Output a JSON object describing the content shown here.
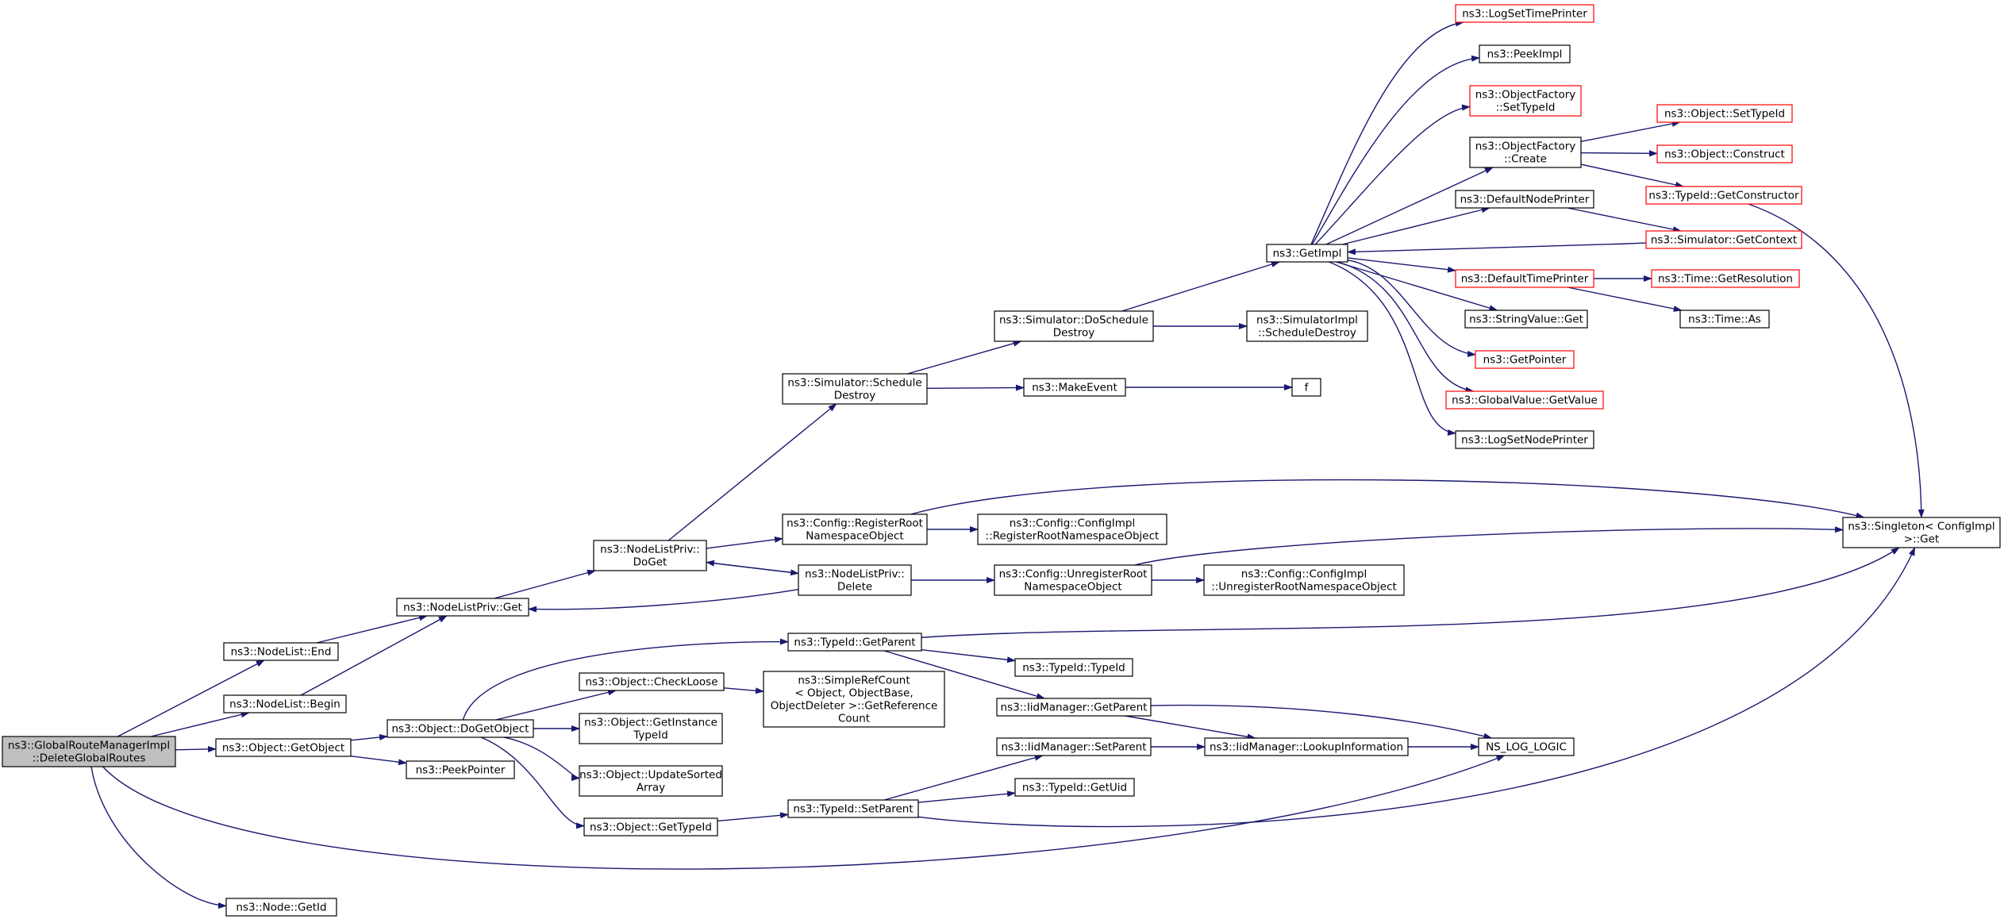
{
  "colors": {
    "edge": "#191970",
    "node_border": "#000000",
    "truncated_border": "#ff0000",
    "root_fill": "#bfbfbf",
    "node_fill": "#ffffff"
  },
  "nodes": [
    {
      "id": "root",
      "lines": [
        "ns3::GlobalRouteManagerImpl",
        "::DeleteGlobalRoutes"
      ],
      "root": true
    },
    {
      "id": "nodelist_end",
      "lines": [
        "ns3::NodeList::End"
      ]
    },
    {
      "id": "nodelist_begin",
      "lines": [
        "ns3::NodeList::Begin"
      ]
    },
    {
      "id": "object_getobject",
      "lines": [
        "ns3::Object::GetObject"
      ]
    },
    {
      "id": "node_getid",
      "lines": [
        "ns3::Node::GetId"
      ]
    },
    {
      "id": "nodelistpriv_get",
      "lines": [
        "ns3::NodeListPriv::Get"
      ]
    },
    {
      "id": "object_dogetobject",
      "lines": [
        "ns3::Object::DoGetObject"
      ]
    },
    {
      "id": "peekpointer",
      "lines": [
        "ns3::PeekPointer"
      ]
    },
    {
      "id": "nodelistpriv_doget",
      "lines": [
        "ns3::NodeListPriv::",
        "DoGet"
      ]
    },
    {
      "id": "object_checkloose",
      "lines": [
        "ns3::Object::CheckLoose"
      ]
    },
    {
      "id": "object_getinstancetypeid",
      "lines": [
        "ns3::Object::GetInstance",
        "TypeId"
      ]
    },
    {
      "id": "object_updatesortedarray",
      "lines": [
        "ns3::Object::UpdateSorted",
        "Array"
      ]
    },
    {
      "id": "object_gettypeid",
      "lines": [
        "ns3::Object::GetTypeId"
      ]
    },
    {
      "id": "sim_scheduledestroy",
      "lines": [
        "ns3::Simulator::Schedule",
        "Destroy"
      ]
    },
    {
      "id": "config_registerroot",
      "lines": [
        "ns3::Config::RegisterRoot",
        "NamespaceObject"
      ]
    },
    {
      "id": "nodelistpriv_delete",
      "lines": [
        "ns3::NodeListPriv::",
        "Delete"
      ]
    },
    {
      "id": "typeid_getparent",
      "lines": [
        "ns3::TypeId::GetParent"
      ]
    },
    {
      "id": "typeid_setparent",
      "lines": [
        "ns3::TypeId::SetParent"
      ]
    },
    {
      "id": "simplerefcount",
      "lines": [
        "ns3::SimpleRefCount",
        "< Object, ObjectBase,",
        "ObjectDeleter >::GetReference",
        "Count"
      ]
    },
    {
      "id": "sim_doscheduledestroy",
      "lines": [
        "ns3::Simulator::DoSchedule",
        "Destroy"
      ]
    },
    {
      "id": "makeevent",
      "lines": [
        "ns3::MakeEvent"
      ]
    },
    {
      "id": "configimpl_registerroot",
      "lines": [
        "ns3::Config::ConfigImpl",
        "::RegisterRootNamespaceObject"
      ]
    },
    {
      "id": "config_unregisterroot",
      "lines": [
        "ns3::Config::UnregisterRoot",
        "NamespaceObject"
      ]
    },
    {
      "id": "typeid_typeid",
      "lines": [
        "ns3::TypeId::TypeId"
      ]
    },
    {
      "id": "iidmanager_getparent",
      "lines": [
        "ns3::IidManager::GetParent"
      ]
    },
    {
      "id": "iidmanager_setparent",
      "lines": [
        "ns3::IidManager::SetParent"
      ]
    },
    {
      "id": "typeid_getuid",
      "lines": [
        "ns3::TypeId::GetUid"
      ]
    },
    {
      "id": "configimpl_unregisterroot",
      "lines": [
        "ns3::Config::ConfigImpl",
        "::UnregisterRootNamespaceObject"
      ]
    },
    {
      "id": "iidmanager_lookupinformation",
      "lines": [
        "ns3::IidManager::LookupInformation"
      ]
    },
    {
      "id": "simulatorimpl_scheduledestroy",
      "lines": [
        "ns3::SimulatorImpl",
        "::ScheduleDestroy"
      ]
    },
    {
      "id": "f",
      "lines": [
        "f"
      ]
    },
    {
      "id": "getimpl",
      "lines": [
        "ns3::GetImpl"
      ]
    },
    {
      "id": "ns_log_logic",
      "lines": [
        "NS_LOG_LOGIC"
      ]
    },
    {
      "id": "logsettimeprinter",
      "lines": [
        "ns3::LogSetTimePrinter"
      ],
      "truncated": true
    },
    {
      "id": "peekimpl",
      "lines": [
        "ns3::PeekImpl"
      ]
    },
    {
      "id": "objectfactory_settypeid",
      "lines": [
        "ns3::ObjectFactory",
        "::SetTypeId"
      ],
      "truncated": true
    },
    {
      "id": "objectfactory_create",
      "lines": [
        "ns3::ObjectFactory",
        "::Create"
      ]
    },
    {
      "id": "defaultnodeprinter",
      "lines": [
        "ns3::DefaultNodePrinter"
      ]
    },
    {
      "id": "defaulttimeprinter",
      "lines": [
        "ns3::DefaultTimePrinter"
      ],
      "truncated": true
    },
    {
      "id": "stringvalue_get",
      "lines": [
        "ns3::StringValue::Get"
      ]
    },
    {
      "id": "getpointer",
      "lines": [
        "ns3::GetPointer"
      ],
      "truncated": true
    },
    {
      "id": "globalvalue_getvalue",
      "lines": [
        "ns3::GlobalValue::GetValue"
      ],
      "truncated": true
    },
    {
      "id": "logsetnodeprinter",
      "lines": [
        "ns3::LogSetNodePrinter"
      ]
    },
    {
      "id": "object_settypeid",
      "lines": [
        "ns3::Object::SetTypeId"
      ],
      "truncated": true
    },
    {
      "id": "object_construct",
      "lines": [
        "ns3::Object::Construct"
      ],
      "truncated": true
    },
    {
      "id": "typeid_getconstructor",
      "lines": [
        "ns3::TypeId::GetConstructor"
      ],
      "truncated": true
    },
    {
      "id": "simulator_getcontext",
      "lines": [
        "ns3::Simulator::GetContext"
      ],
      "truncated": true
    },
    {
      "id": "time_getresolution",
      "lines": [
        "ns3::Time::GetResolution"
      ],
      "truncated": true
    },
    {
      "id": "time_as",
      "lines": [
        "ns3::Time::As"
      ]
    },
    {
      "id": "singleton_get",
      "lines": [
        "ns3::Singleton< ConfigImpl",
        ">::Get"
      ]
    }
  ],
  "edges": [
    {
      "from": "root",
      "to": "nodelist_end"
    },
    {
      "from": "root",
      "to": "nodelist_begin"
    },
    {
      "from": "root",
      "to": "object_getobject"
    },
    {
      "from": "root",
      "to": "node_getid"
    },
    {
      "from": "root",
      "to": "ns_log_logic"
    },
    {
      "from": "nodelist_end",
      "to": "nodelistpriv_get"
    },
    {
      "from": "nodelist_begin",
      "to": "nodelistpriv_get"
    },
    {
      "from": "object_getobject",
      "to": "object_dogetobject"
    },
    {
      "from": "object_getobject",
      "to": "peekpointer"
    },
    {
      "from": "nodelistpriv_get",
      "to": "nodelistpriv_doget"
    },
    {
      "from": "object_dogetobject",
      "to": "object_checkloose"
    },
    {
      "from": "object_dogetobject",
      "to": "object_getinstancetypeid"
    },
    {
      "from": "object_dogetobject",
      "to": "object_updatesortedarray"
    },
    {
      "from": "object_dogetobject",
      "to": "object_gettypeid"
    },
    {
      "from": "object_dogetobject",
      "to": "typeid_getparent"
    },
    {
      "from": "object_checkloose",
      "to": "simplerefcount"
    },
    {
      "from": "object_gettypeid",
      "to": "typeid_setparent"
    },
    {
      "from": "nodelistpriv_doget",
      "to": "sim_scheduledestroy"
    },
    {
      "from": "nodelistpriv_doget",
      "to": "config_registerroot"
    },
    {
      "from": "nodelistpriv_doget",
      "to": "nodelistpriv_delete"
    },
    {
      "from": "nodelistpriv_delete",
      "to": "nodelistpriv_doget"
    },
    {
      "from": "nodelistpriv_delete",
      "to": "nodelistpriv_get"
    },
    {
      "from": "nodelistpriv_delete",
      "to": "config_unregisterroot"
    },
    {
      "from": "sim_scheduledestroy",
      "to": "sim_doscheduledestroy"
    },
    {
      "from": "sim_scheduledestroy",
      "to": "makeevent"
    },
    {
      "from": "config_registerroot",
      "to": "configimpl_registerroot"
    },
    {
      "from": "config_registerroot",
      "to": "singleton_get"
    },
    {
      "from": "config_unregisterroot",
      "to": "configimpl_unregisterroot"
    },
    {
      "from": "config_unregisterroot",
      "to": "singleton_get"
    },
    {
      "from": "typeid_getparent",
      "to": "typeid_typeid"
    },
    {
      "from": "typeid_getparent",
      "to": "iidmanager_getparent"
    },
    {
      "from": "typeid_getparent",
      "to": "singleton_get"
    },
    {
      "from": "typeid_setparent",
      "to": "iidmanager_setparent"
    },
    {
      "from": "typeid_setparent",
      "to": "typeid_getuid"
    },
    {
      "from": "typeid_setparent",
      "to": "singleton_get"
    },
    {
      "from": "iidmanager_getparent",
      "to": "iidmanager_lookupinformation"
    },
    {
      "from": "iidmanager_getparent",
      "to": "ns_log_logic"
    },
    {
      "from": "iidmanager_setparent",
      "to": "iidmanager_lookupinformation"
    },
    {
      "from": "iidmanager_lookupinformation",
      "to": "ns_log_logic"
    },
    {
      "from": "sim_doscheduledestroy",
      "to": "simulatorimpl_scheduledestroy"
    },
    {
      "from": "sim_doscheduledestroy",
      "to": "getimpl"
    },
    {
      "from": "makeevent",
      "to": "f"
    },
    {
      "from": "getimpl",
      "to": "logsettimeprinter"
    },
    {
      "from": "getimpl",
      "to": "peekimpl"
    },
    {
      "from": "getimpl",
      "to": "objectfactory_settypeid"
    },
    {
      "from": "getimpl",
      "to": "objectfactory_create"
    },
    {
      "from": "getimpl",
      "to": "defaultnodeprinter"
    },
    {
      "from": "getimpl",
      "to": "defaulttimeprinter"
    },
    {
      "from": "getimpl",
      "to": "stringvalue_get"
    },
    {
      "from": "getimpl",
      "to": "getpointer"
    },
    {
      "from": "getimpl",
      "to": "globalvalue_getvalue"
    },
    {
      "from": "getimpl",
      "to": "logsetnodeprinter"
    },
    {
      "from": "objectfactory_create",
      "to": "object_settypeid"
    },
    {
      "from": "objectfactory_create",
      "to": "object_construct"
    },
    {
      "from": "objectfactory_create",
      "to": "typeid_getconstructor"
    },
    {
      "from": "defaultnodeprinter",
      "to": "simulator_getcontext"
    },
    {
      "from": "simulator_getcontext",
      "to": "getimpl"
    },
    {
      "from": "defaulttimeprinter",
      "to": "time_getresolution"
    },
    {
      "from": "defaulttimeprinter",
      "to": "time_as"
    },
    {
      "from": "typeid_getconstructor",
      "to": "singleton_get"
    }
  ]
}
